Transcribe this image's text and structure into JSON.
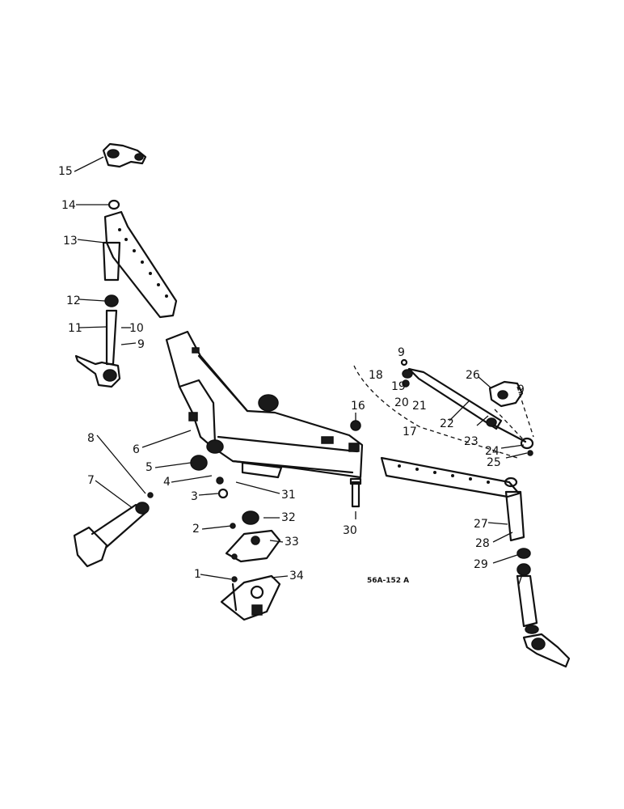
{
  "reference_code": "56A-152 A",
  "callouts": [
    "1",
    "2",
    "3",
    "4",
    "5",
    "6",
    "7",
    "8",
    "9",
    "10",
    "11",
    "12",
    "13",
    "14",
    "15",
    "16",
    "17",
    "18",
    "19",
    "20",
    "21",
    "22",
    "23",
    "24",
    "25",
    "26",
    "27",
    "28",
    "29",
    "30",
    "31",
    "32",
    "33",
    "34"
  ]
}
